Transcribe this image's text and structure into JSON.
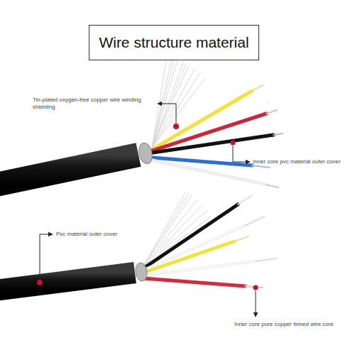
{
  "diagram": {
    "title": "Wire structure material",
    "labels": [
      "Tin-plated oxygen-free copper wire winding shielding",
      "Inner core pvc material outer cover",
      "Pvc material outer cover",
      "Inner core pure copper tinned wire core"
    ]
  }
}
